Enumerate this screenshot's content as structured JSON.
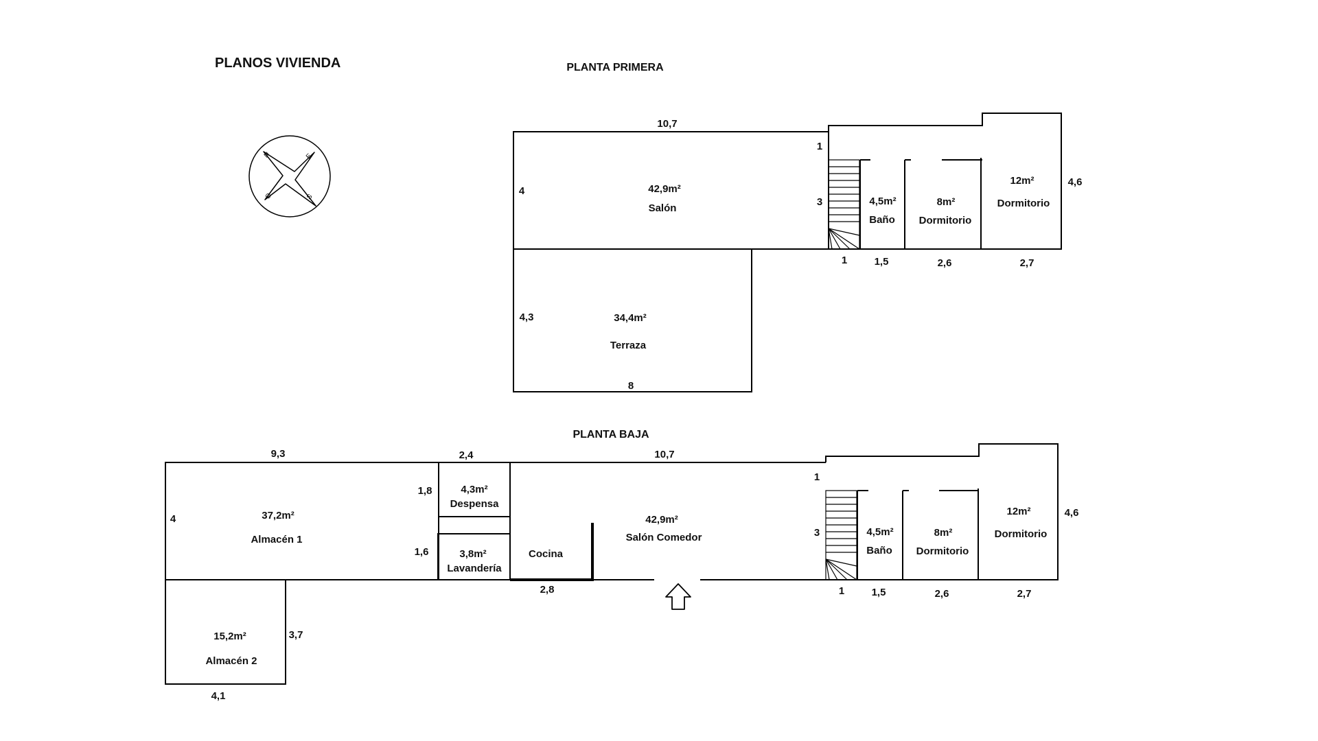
{
  "title": "PLANOS VIVIENDA",
  "compass": {
    "icon": "compass-rose-icon",
    "labels": {
      "north": "N",
      "east": "E",
      "south": "S",
      "west": "O"
    }
  },
  "first_floor": {
    "title": "PLANTA PRIMERA",
    "rooms": {
      "salon": {
        "area": "42,9m²",
        "name": "Salón"
      },
      "terraza": {
        "area": "34,4m²",
        "name": "Terraza"
      },
      "bano": {
        "area": "4,5m²",
        "name": "Baño"
      },
      "dormitorio_small": {
        "area": "8m²",
        "name": "Dormitorio"
      },
      "dormitorio_large": {
        "area": "12m²",
        "name": "Dormitorio"
      }
    },
    "dims": {
      "top_width": "10,7",
      "salon_height": "4",
      "step": "1",
      "stair_length": "3",
      "stair_width": "1",
      "bano_width": "1,5",
      "dorm_small_width": "2,6",
      "dorm_large_width": "2,7",
      "dorm_large_height": "4,6",
      "terraza_height": "4,3",
      "terraza_width": "8"
    }
  },
  "ground_floor": {
    "title": "PLANTA BAJA",
    "rooms": {
      "almacen1": {
        "area": "37,2m²",
        "name": "Almacén 1"
      },
      "almacen2": {
        "area": "15,2m²",
        "name": "Almacén 2"
      },
      "despensa": {
        "area": "4,3m²",
        "name": "Despensa"
      },
      "lavanderia": {
        "area": "3,8m²",
        "name": "Lavandería"
      },
      "cocina": {
        "name": "Cocina"
      },
      "salon_comedor": {
        "area": "42,9m²",
        "name": "Salón Comedor"
      },
      "bano": {
        "area": "4,5m²",
        "name": "Baño"
      },
      "dormitorio_small": {
        "area": "8m²",
        "name": "Dormitorio"
      },
      "dormitorio_large": {
        "area": "12m²",
        "name": "Dormitorio"
      }
    },
    "dims": {
      "almacen1_width": "9,3",
      "almacen1_height": "4",
      "despensa_width": "2,4",
      "despensa_height": "1,8",
      "lavanderia_height": "1,6",
      "cocina_width": "2,8",
      "top_width": "10,7",
      "step": "1",
      "stair_length": "3",
      "stair_width": "1",
      "bano_width": "1,5",
      "dorm_small_width": "2,6",
      "dorm_large_width": "2,7",
      "dorm_large_height": "4,6",
      "almacen2_height": "3,7",
      "almacen2_width": "4,1"
    },
    "entrance_icon": "entrance-arrow-icon"
  }
}
